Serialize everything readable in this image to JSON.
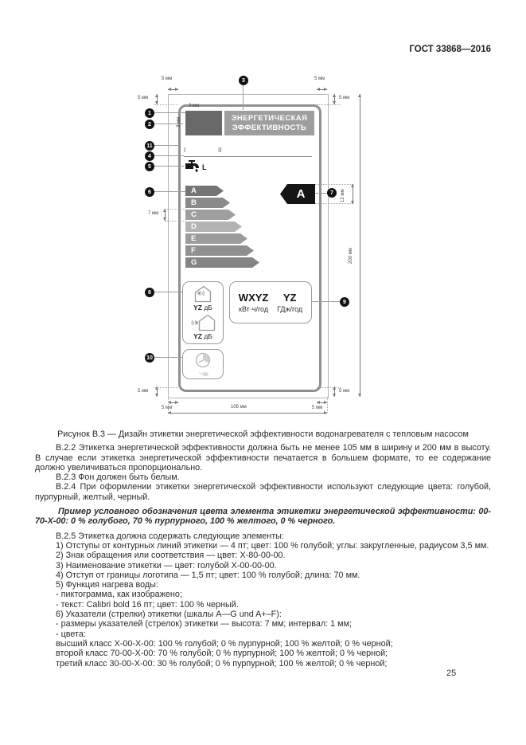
{
  "page": {
    "header": "ГОСТ 33868—2016",
    "number": "25"
  },
  "figure": {
    "caption": "Рисунок В.3 — Дизайн этикетки энергетической эффективности водонагревателя с тепловым насосом",
    "label": {
      "title": [
        "ЭНЕРГЕТИЧЕСКАЯ",
        "ЭФФЕКТИВНОСТЬ"
      ],
      "section_markers": [
        "I",
        "II"
      ],
      "water_letter": "L",
      "scale": [
        {
          "letter": "A",
          "color": "#757575"
        },
        {
          "letter": "B",
          "color": "#8a8a8a"
        },
        {
          "letter": "C",
          "color": "#9f9f9f"
        },
        {
          "letter": "D",
          "color": "#b3b3b3"
        },
        {
          "letter": "E",
          "color": "#9c9c9c"
        },
        {
          "letter": "F",
          "color": "#909090"
        },
        {
          "letter": "G",
          "color": "#848484"
        }
      ],
      "best_class": {
        "letter": "A",
        "color": "#151515"
      },
      "noise_indoor": {
        "value": "YZ",
        "unit": "дБ"
      },
      "noise_outdoor": {
        "value": "YZ",
        "unit": "дБ"
      },
      "energy": [
        {
          "value": "WXYZ",
          "unit": "кВт·ч/год"
        },
        {
          "value": "YZ",
          "unit": "ГДж/год"
        }
      ],
      "colors": {
        "logo_block": "#696969",
        "title_block": "#9e9e9e",
        "frame_border": "#8f8f8f"
      }
    },
    "callouts": [
      "1",
      "2",
      "3",
      "4",
      "5",
      "6",
      "7",
      "8",
      "9",
      "10",
      "11"
    ],
    "dims": {
      "mm5": "5 мм",
      "mm3": "3 мм",
      "mm7": "7 мм",
      "mm12": "12 мм",
      "mm105": "105 мм",
      "mm200": "200 мм"
    }
  },
  "body": {
    "p_222": "В.2.2 Этикетка энергетической эффективности должна быть не менее 105 мм в ширину и 200 мм в высоту. В случае если этикетка энергетической эффективности печатается в большем формате, то ее содержание должно увеличиваться пропорционально.",
    "p_223": "В.2.3 Фон должен быть белым.",
    "p_224": "В.2.4 При оформлении этикетки энергетической эффективности используют следующие цвета: голубой, пурпурный, желтый, черный.",
    "example": "Пример условного обозначения цвета элемента этикетки энергетической эффективности: 00-70-Х-00: 0 % голубого, 70 % пурпурного, 100 % желтого, 0 % черного.",
    "p_225": "В.2.5 Этикетка должна содержать следующие элементы:",
    "items": [
      "1) Отступы от контурных линий этикетки — 4 пт; цвет: 100 % голубой; углы: закругленные, радиусом 3,5 мм.",
      "2) Знак обращения или соответствия — цвет: Х-80-00-00.",
      "3) Наименование этикетки — цвет: голубой Х-00-00-00.",
      "4) Отступ от границы логотипа — 1,5 пт; цвет: 100 % голубой; длина: 70 мм.",
      "5) Функция нагрева воды:",
      "- пиктограмма, как изображено;",
      "- текст: Calibri bold 16 пт; цвет: 100 % черный.",
      "6) Указатели (стрелки) этикетки (шкалы A—G und A+–F):",
      "- размеры указателей (стрелок) этикетки — высота: 7 мм; интервал: 1 мм;",
      "- цвета:",
      "высший класс Х-00-Х-00: 100 % голубой; 0 % пурпурной; 100 % желтой; 0 % черной;",
      "второй класс 70-00-Х-00: 70 % голубой; 0 % пурпурной; 100 % желтой; 0 % черной;",
      "третий класс 30-00-Х-00: 30 % голубой; 0 % пурпурной; 100 % желтой; 0 % черной;"
    ]
  }
}
